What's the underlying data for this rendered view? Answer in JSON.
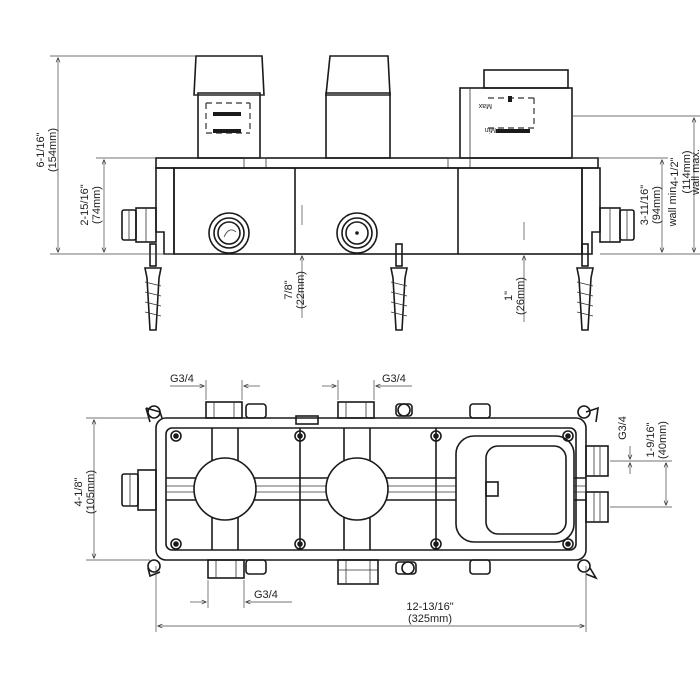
{
  "front_view": {
    "height_total": "6-1/16\"",
    "height_total_mm": "(154mm)",
    "body_height": "2-15/16\"",
    "body_height_mm": "(74mm)",
    "inlet_offset": "7/8\"",
    "inlet_offset_mm": "(22mm)",
    "anchor_offset": "1\"",
    "anchor_offset_mm": "(26mm)",
    "wall_min": "3-11/16\"",
    "wall_min_mm": "(94mm)",
    "wall_min_label": "wall min.",
    "wall_max": "4-1/2\"",
    "wall_max_mm": "(114mm)",
    "wall_max_label": "wall max.",
    "max_label": "Max",
    "min_label": "Min"
  },
  "top_view": {
    "port_left": "G3/4",
    "port_center": "G3/4",
    "port_bottom": "G3/4",
    "port_right": "G3/4",
    "depth": "4-1/8\"",
    "depth_mm": "(105mm)",
    "port_spacing": "1-9/16\"",
    "port_spacing_mm": "(40mm)",
    "width": "12-13/16\"",
    "width_mm": "(325mm)"
  }
}
